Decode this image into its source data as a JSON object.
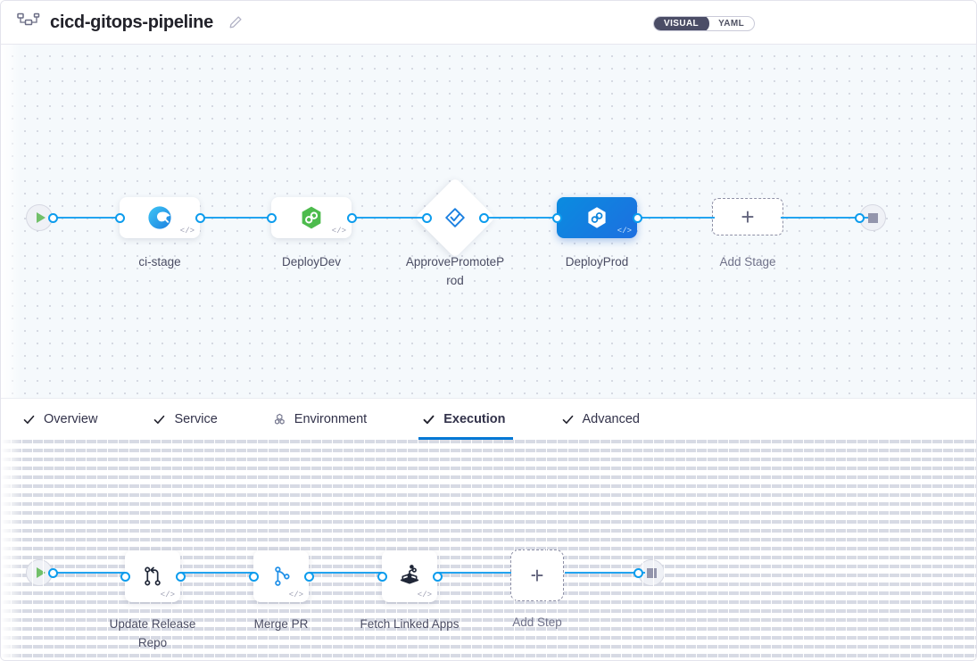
{
  "header": {
    "pipeline_icon": "pipeline-icon",
    "title": "cicd-gitops-pipeline",
    "edit_icon": "edit-pencil-icon",
    "mode_visual": "VISUAL",
    "mode_yaml": "YAML",
    "active_mode": "VISUAL"
  },
  "stage_canvas": {
    "start_icon": "play-icon",
    "end_icon": "stop-icon",
    "stages": [
      {
        "id": "ci-stage",
        "label": "ci-stage",
        "type": "card",
        "icon": "ci-build-icon",
        "selected": false,
        "code_glyph": "</>"
      },
      {
        "id": "deploy-dev",
        "label": "DeployDev",
        "type": "card",
        "icon": "harness-cd-icon",
        "selected": false,
        "code_glyph": "</>"
      },
      {
        "id": "approve-promote-prod",
        "label": "ApprovePromoteProd",
        "type": "diamond",
        "icon": "approval-diamond-icon",
        "selected": false,
        "code_glyph": ""
      },
      {
        "id": "deploy-prod",
        "label": "DeployProd",
        "type": "card",
        "icon": "harness-cd-white-icon",
        "selected": true,
        "code_glyph": "</>"
      },
      {
        "id": "add-stage",
        "label": "Add Stage",
        "type": "add",
        "icon": "plus-icon",
        "selected": false,
        "code_glyph": ""
      }
    ]
  },
  "tabs": [
    {
      "label": "Overview",
      "icon": "check-icon",
      "active": false
    },
    {
      "label": "Service",
      "icon": "check-icon",
      "active": false
    },
    {
      "label": "Environment",
      "icon": "infrastructure-icon",
      "active": false
    },
    {
      "label": "Execution",
      "icon": "check-icon",
      "active": true
    },
    {
      "label": "Advanced",
      "icon": "check-icon",
      "active": false
    }
  ],
  "step_canvas": {
    "start_icon": "play-icon",
    "end_icon": "stop-icon",
    "steps": [
      {
        "id": "update-release-repo",
        "label": "Update Release Repo",
        "icon": "update-release-repo-icon",
        "code_glyph": "</>"
      },
      {
        "id": "merge-pr",
        "label": "Merge PR",
        "icon": "git-branch-icon",
        "code_glyph": "</>"
      },
      {
        "id": "fetch-linked-apps",
        "label": "Fetch Linked Apps",
        "icon": "argo-apps-icon",
        "code_glyph": "</>"
      },
      {
        "id": "add-step",
        "label": "Add Step",
        "icon": "plus-icon",
        "code_glyph": ""
      }
    ]
  },
  "colors": {
    "accent_blue": "#0278d5",
    "link_blue": "#23a4f0",
    "selected_node": "#0a8ce0",
    "canvas_bg": "#f5f9fc",
    "toggle_active_bg": "#4b4d66",
    "start_green": "#72c06a",
    "stop_gray": "#9395ac"
  }
}
